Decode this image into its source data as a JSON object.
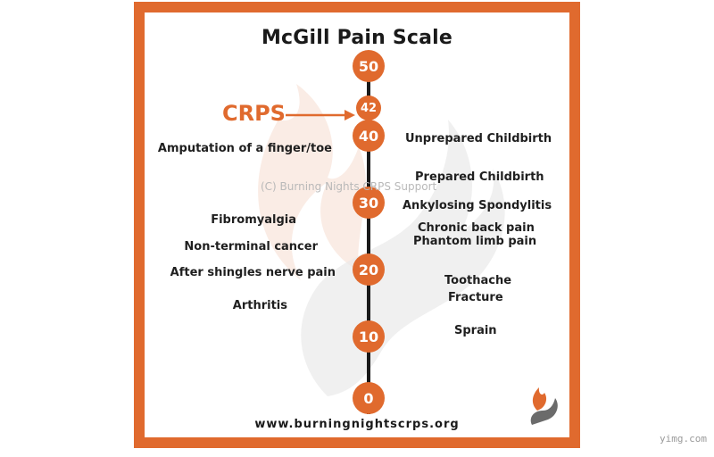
{
  "title": "McGill Pain Scale",
  "highlight": {
    "label": "CRPS",
    "value": "42"
  },
  "scale": {
    "ticks": [
      "50",
      "42",
      "40",
      "30",
      "20",
      "10",
      "0"
    ]
  },
  "left_conditions": [
    "Amputation of a finger/toe",
    "Fibromyalgia",
    "Non-terminal cancer",
    "After shingles nerve pain",
    "Arthritis"
  ],
  "right_conditions": [
    "Unprepared Childbirth",
    "Prepared Childbirth",
    "Ankylosing Spondylitis",
    "Chronic back pain",
    "Phantom limb pain",
    "Toothache",
    "Fracture",
    "Sprain"
  ],
  "watermark": "(C) Burning Nights CRPS Support",
  "url": "www.burningnightscrps.org",
  "credit": "yimg.com",
  "colors": {
    "accent": "#e06a2e",
    "text": "#1a1a1a",
    "watermark": "#b9b9b9"
  }
}
